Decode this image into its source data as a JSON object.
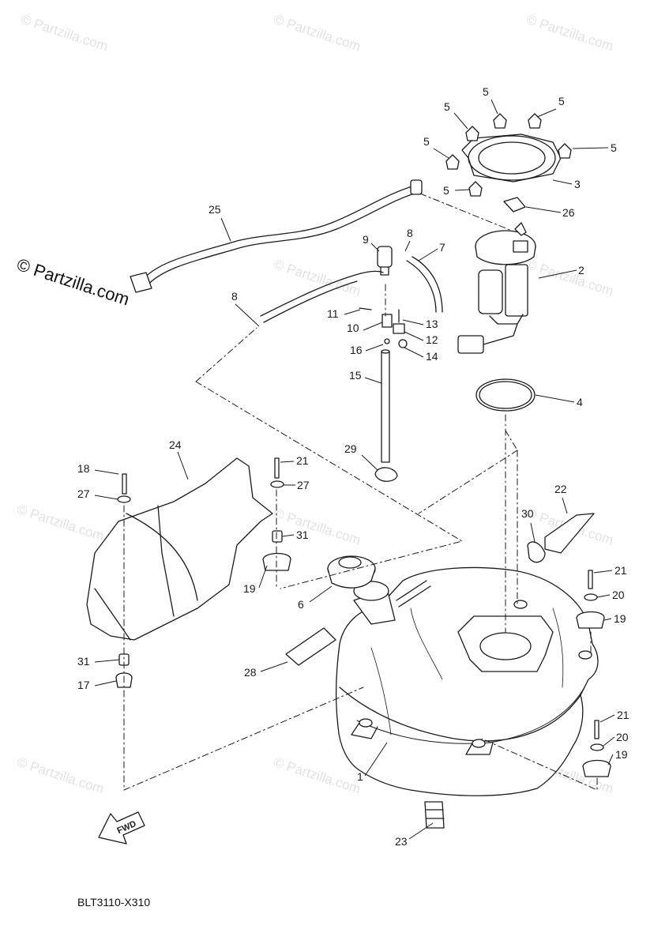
{
  "diagram_code": "BLT3110-X310",
  "brand": "© Partzilla.com",
  "watermark": "© Partzilla.com",
  "fwd_label": "FWD",
  "callouts": [
    "1",
    "2",
    "3",
    "4",
    "5",
    "5",
    "5",
    "5",
    "5",
    "5",
    "6",
    "7",
    "8",
    "8",
    "9",
    "10",
    "11",
    "12",
    "13",
    "14",
    "15",
    "16",
    "17",
    "18",
    "19",
    "19",
    "19",
    "20",
    "20",
    "21",
    "21",
    "21",
    "22",
    "23",
    "24",
    "25",
    "26",
    "27",
    "27",
    "28",
    "29",
    "30",
    "31",
    "31"
  ],
  "colors": {
    "line": "#1a1a1a",
    "watermark": "#e2e2e2",
    "fill": "#ffffff",
    "shade": "#d8d8d8"
  }
}
